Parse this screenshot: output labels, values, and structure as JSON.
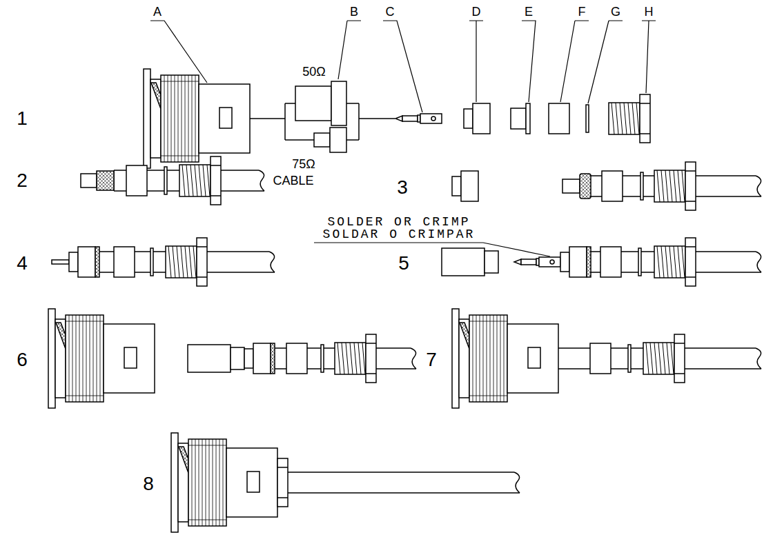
{
  "diagram": {
    "labels": [
      "A",
      "B",
      "C",
      "D",
      "E",
      "F",
      "G",
      "H",
      "50Ω",
      "1",
      "75Ω",
      "2",
      "CABLE",
      "3",
      "SOLDER OR CRIMP",
      "SOLDAR O CRIMPAR",
      "4",
      "5",
      "6",
      "7",
      "8"
    ]
  }
}
